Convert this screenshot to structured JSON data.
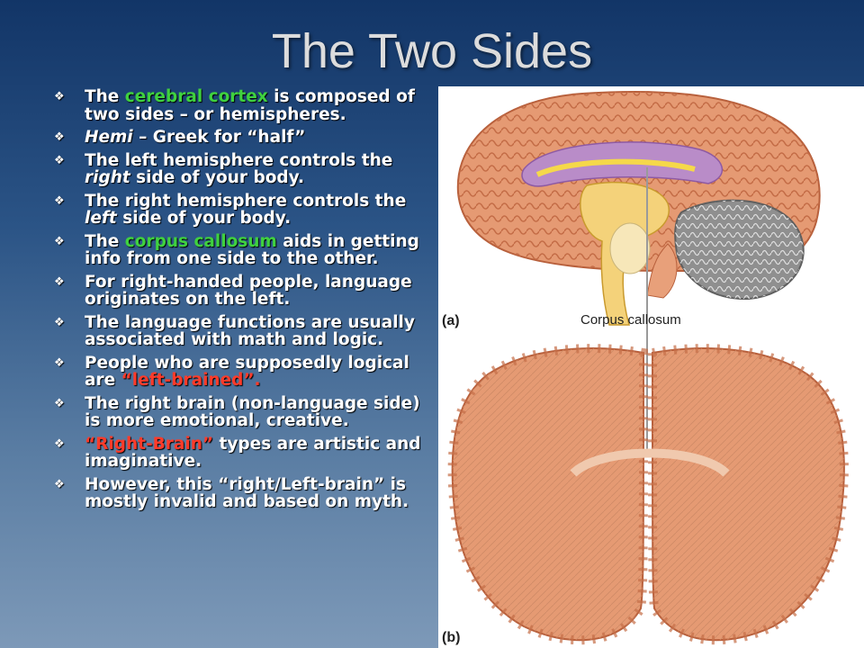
{
  "slide": {
    "title": "The Two Sides",
    "bullets": [
      {
        "segments": [
          {
            "t": "The "
          },
          {
            "t": "cerebral cortex",
            "s": "green"
          },
          {
            "t": " is composed of two sides – or hemispheres."
          }
        ]
      },
      {
        "segments": [
          {
            "t": "Hemi",
            "s": "italic"
          },
          {
            "t": " – Greek for “half”"
          }
        ]
      },
      {
        "segments": [
          {
            "t": "The left hemisphere controls the "
          },
          {
            "t": "right",
            "s": "italic"
          },
          {
            "t": " side of your body."
          }
        ]
      },
      {
        "segments": [
          {
            "t": "The right hemisphere controls the "
          },
          {
            "t": "left",
            "s": "italic"
          },
          {
            "t": " side of your body."
          }
        ]
      },
      {
        "segments": [
          {
            "t": "The "
          },
          {
            "t": "corpus callosum",
            "s": "green"
          },
          {
            "t": " aids in getting info from one side to the other."
          }
        ]
      },
      {
        "segments": [
          {
            "t": "For right-handed people, language originates on the left."
          }
        ]
      },
      {
        "segments": [
          {
            "t": "The language functions are usually associated with math and logic."
          }
        ]
      },
      {
        "segments": [
          {
            "t": "People who are supposedly logical are "
          },
          {
            "t": "“left-brained”.",
            "s": "red"
          }
        ]
      },
      {
        "segments": [
          {
            "t": "The right brain (non-language side) is more emotional, creative."
          }
        ]
      },
      {
        "segments": [
          {
            "t": "“Right-Brain”",
            "s": "red"
          },
          {
            "t": " types are artistic and imaginative."
          }
        ]
      },
      {
        "segments": [
          {
            "t": "However, this “right/Left-brain” is mostly invalid and based on myth."
          }
        ]
      }
    ]
  },
  "figure": {
    "label_a": "(a)",
    "label_b": "(b)",
    "callout": "Corpus callosum"
  },
  "colors": {
    "highlight_green": "#3fd13f",
    "highlight_red": "#ff3b2a",
    "brain_tissue": "#e59a73",
    "brain_dark": "#b8603c",
    "callosum": "#f5d84a",
    "ventricle": "#b98cc8",
    "cerebellum": "#8f8f8f"
  },
  "icons": {
    "bullet": "diamond-bullet-icon"
  }
}
